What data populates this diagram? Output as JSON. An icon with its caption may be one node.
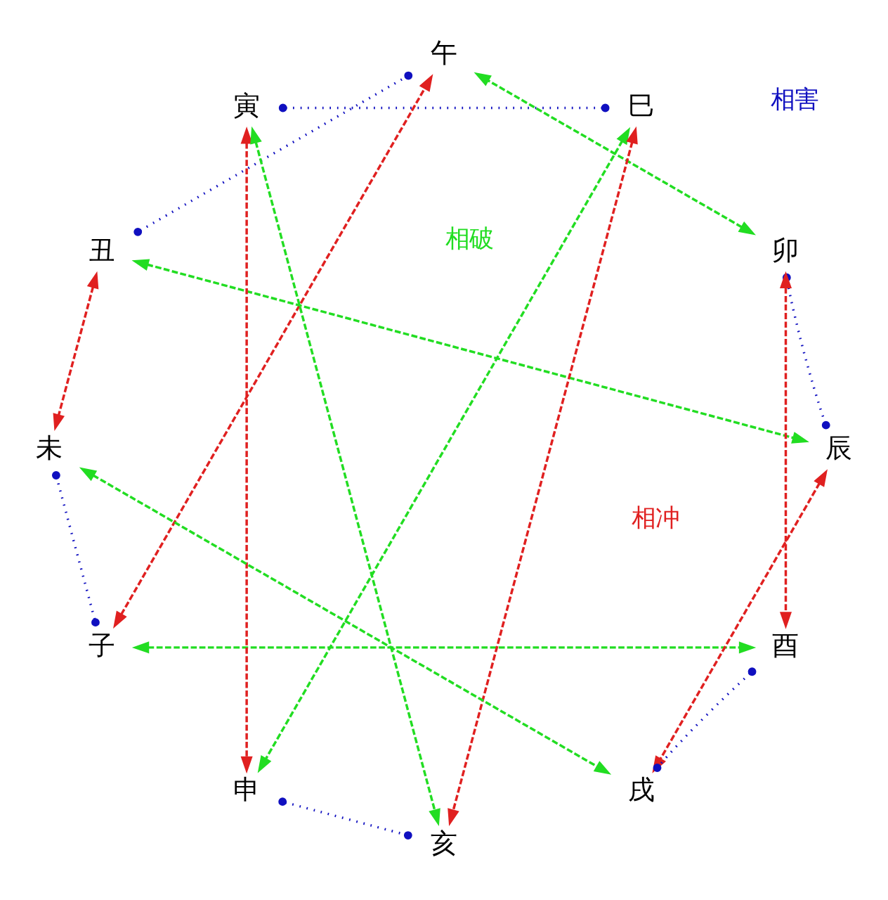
{
  "diagram": {
    "nodes": [
      {
        "text": [
          "子"
        ]
      },
      {
        "text": [
          "丑"
        ]
      },
      {
        "text": [
          "寅"
        ]
      },
      {
        "text": [
          "卯"
        ]
      },
      {
        "text": [
          "辰"
        ]
      },
      {
        "text": [
          "巳"
        ]
      },
      {
        "text": [
          "午"
        ]
      },
      {
        "text": [
          "未"
        ]
      },
      {
        "text": [
          "申"
        ]
      },
      {
        "text": [
          "酉"
        ]
      },
      {
        "text": [
          "戌"
        ]
      },
      {
        "text": [
          "亥"
        ]
      }
    ],
    "edges": [
      {
        "from": 0,
        "to": 6,
        "arrow": "both",
        "style": "dashed",
        "color": "#e02020"
      },
      {
        "from": 1,
        "to": 7,
        "arrow": "both",
        "style": "dashed",
        "color": "#e02020"
      },
      {
        "from": 2,
        "to": 8,
        "arrow": "both",
        "style": "dashed",
        "color": "#e02020"
      },
      {
        "from": 3,
        "to": 9,
        "arrow": "both",
        "style": "dashed",
        "color": "#e02020"
      },
      {
        "from": 4,
        "to": 10,
        "arrow": "both",
        "style": "dashed",
        "color": "#e02020"
      },
      {
        "from": 5,
        "to": 11,
        "arrow": "both",
        "style": "dashed",
        "color": "#e02020"
      },
      {
        "from": 0,
        "to": 9,
        "arrow": "both",
        "style": "dashed",
        "color": "#22dd22"
      },
      {
        "from": 3,
        "to": 6,
        "arrow": "both",
        "style": "dashed",
        "color": "#22dd22"
      },
      {
        "from": 1,
        "to": 4,
        "arrow": "both",
        "style": "dashed",
        "color": "#22dd22"
      },
      {
        "from": 7,
        "to": 10,
        "arrow": "both",
        "style": "dashed",
        "color": "#22dd22"
      },
      {
        "from": 2,
        "to": 11,
        "arrow": "both",
        "style": "dashed",
        "color": "#22dd22"
      },
      {
        "from": 5,
        "to": 8,
        "arrow": "both",
        "style": "dashed",
        "color": "#22dd22"
      },
      {
        "from": 0,
        "to": 7,
        "arrow": "other",
        "style": "dashed",
        "color": "#1010c0"
      },
      {
        "from": 1,
        "to": 6,
        "arrow": "other",
        "style": "dashed",
        "color": "#1010c0"
      },
      {
        "from": 2,
        "to": 5,
        "arrow": "other",
        "style": "dashed",
        "color": "#1010c0"
      },
      {
        "from": 3,
        "to": 4,
        "arrow": "other",
        "style": "dashed",
        "color": "#1010c0"
      },
      {
        "from": 8,
        "to": 11,
        "arrow": "other",
        "style": "dashed",
        "color": "#1010c0"
      },
      {
        "from": 9,
        "to": 10,
        "arrow": "other",
        "style": "dashed",
        "color": "#1010c0"
      }
    ],
    "legend": [
      {
        "text": "相冲"
      },
      {
        "text": "相破"
      },
      {
        "text": "相害"
      }
    ]
  }
}
